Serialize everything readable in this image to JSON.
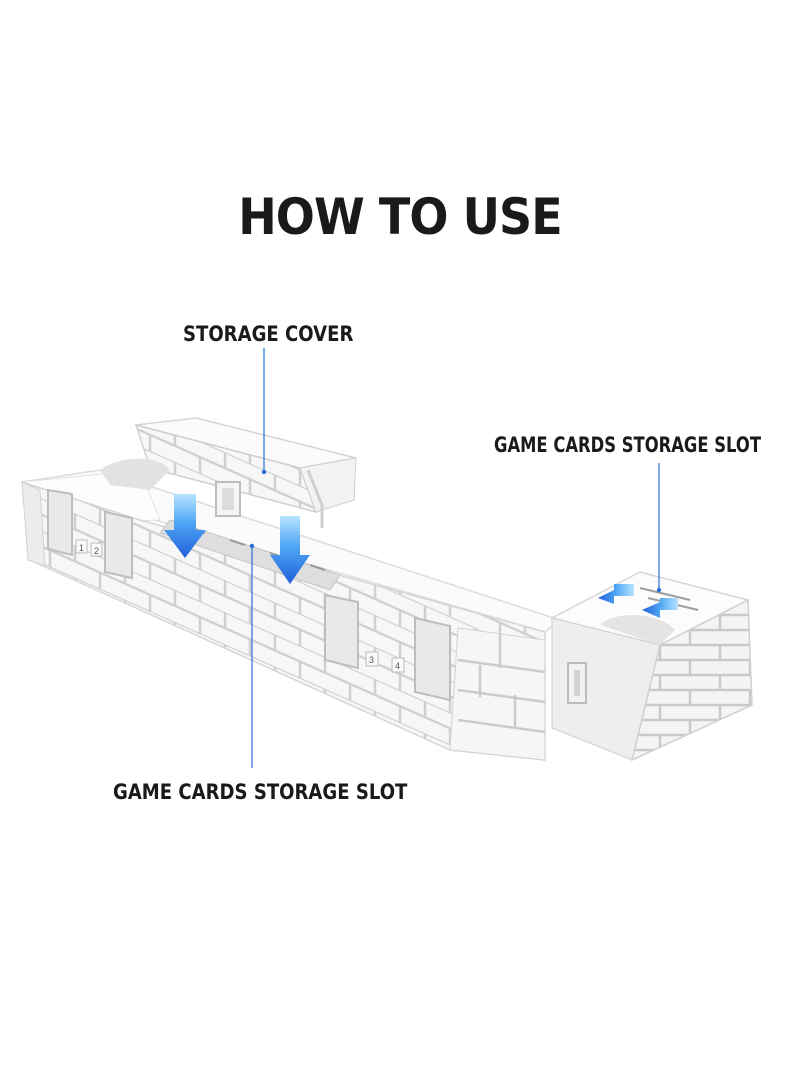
{
  "title": "HOW TO USE",
  "labels": {
    "storage_cover": "STORAGE COVER",
    "slot_right": "GAME CARDS STORAGE SLOT",
    "slot_bottom": "GAME CARDS  STORAGE SLOT"
  },
  "slot_numbers": [
    "1",
    "2",
    "3",
    "4"
  ],
  "colors": {
    "arrow_blue": "#1f5fd9",
    "arrow_light": "#8fd0ff",
    "leader_line": "#2a6fd6",
    "brick_face": "#f4f4f4",
    "mortar": "#c9c9c9",
    "text": "#1a1a1a"
  }
}
